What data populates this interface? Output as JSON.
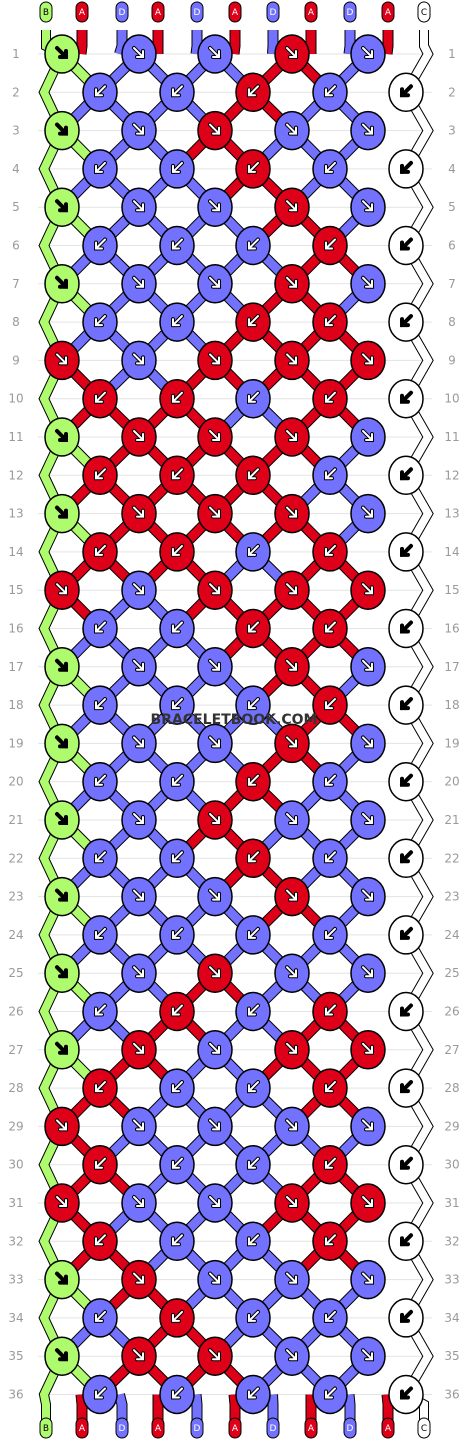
{
  "colors": {
    "A": "#dd0018",
    "B": "#aefc6e",
    "C": "#ffffff",
    "D": "#7272ff"
  },
  "strands_top": [
    "B",
    "A",
    "D",
    "A",
    "D",
    "A",
    "D",
    "A",
    "D",
    "A",
    "C"
  ],
  "strands_bottom": [
    "B",
    "A",
    "D",
    "A",
    "D",
    "A",
    "D",
    "A",
    "D",
    "A",
    "C"
  ],
  "row_labels": [
    "1",
    "2",
    "3",
    "4",
    "5",
    "6",
    "7",
    "8",
    "9",
    "10",
    "11",
    "12",
    "13",
    "14",
    "15",
    "16",
    "17",
    "18",
    "19",
    "20",
    "21",
    "22",
    "23",
    "24",
    "25",
    "26",
    "27",
    "28",
    "29",
    "30",
    "31",
    "32",
    "33",
    "34",
    "35",
    "36"
  ],
  "watermark": "BRACELETBOOK.COM",
  "knot_colors_odd_rows": [
    [
      "B",
      "D",
      "D",
      "A",
      "D"
    ],
    [
      "B",
      "D",
      "A",
      "D",
      "D"
    ],
    [
      "B",
      "D",
      "D",
      "A",
      "D"
    ],
    [
      "B",
      "D",
      "D",
      "A",
      "D"
    ],
    [
      "A",
      "D",
      "A",
      "A",
      "A"
    ],
    [
      "B",
      "A",
      "A",
      "A",
      "D"
    ],
    [
      "B",
      "A",
      "A",
      "A",
      "D"
    ],
    [
      "A",
      "D",
      "A",
      "A",
      "A"
    ],
    [
      "B",
      "D",
      "D",
      "A",
      "D"
    ],
    [
      "B",
      "D",
      "D",
      "A",
      "D"
    ],
    [
      "B",
      "D",
      "A",
      "D",
      "D"
    ],
    [
      "B",
      "D",
      "D",
      "A",
      "D"
    ],
    [
      "B",
      "D",
      "A",
      "D",
      "D"
    ],
    [
      "B",
      "A",
      "D",
      "A",
      "A"
    ],
    [
      "A",
      "D",
      "D",
      "D",
      "D"
    ],
    [
      "A",
      "D",
      "D",
      "A",
      "A"
    ],
    [
      "B",
      "A",
      "D",
      "D",
      "D"
    ],
    [
      "B",
      "A",
      "A",
      "D",
      "D"
    ]
  ],
  "knot_colors_even_rows": [
    [
      "D",
      "D",
      "A",
      "D",
      "C"
    ],
    [
      "D",
      "D",
      "A",
      "D",
      "C"
    ],
    [
      "D",
      "D",
      "D",
      "A",
      "C"
    ],
    [
      "D",
      "D",
      "A",
      "A",
      "C"
    ],
    [
      "A",
      "A",
      "D",
      "A",
      "C"
    ],
    [
      "A",
      "A",
      "A",
      "D",
      "C"
    ],
    [
      "A",
      "A",
      "D",
      "A",
      "C"
    ],
    [
      "D",
      "D",
      "A",
      "A",
      "C"
    ],
    [
      "D",
      "D",
      "D",
      "A",
      "C"
    ],
    [
      "D",
      "D",
      "A",
      "D",
      "C"
    ],
    [
      "D",
      "D",
      "A",
      "D",
      "C"
    ],
    [
      "D",
      "D",
      "D",
      "D",
      "C"
    ],
    [
      "D",
      "A",
      "D",
      "A",
      "C"
    ],
    [
      "A",
      "D",
      "D",
      "A",
      "C"
    ],
    [
      "A",
      "D",
      "D",
      "A",
      "C"
    ],
    [
      "A",
      "D",
      "D",
      "A",
      "C"
    ],
    [
      "D",
      "A",
      "D",
      "D",
      "C"
    ],
    [
      "D",
      "D",
      "D",
      "D",
      "C"
    ]
  ],
  "knot_directions_odd_rows": "forward",
  "knot_directions_even_rows": "backward"
}
